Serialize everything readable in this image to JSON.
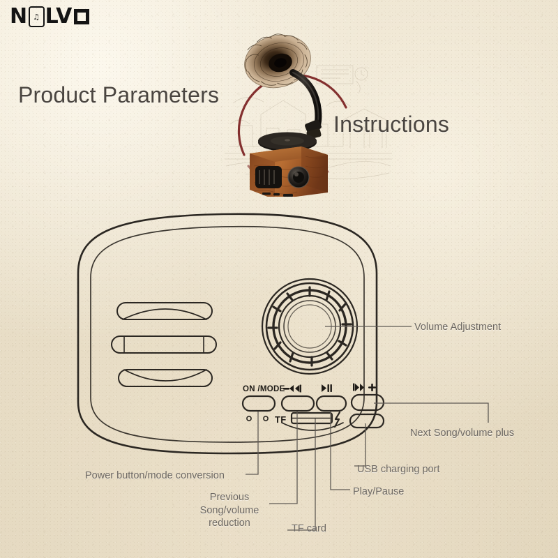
{
  "brand": {
    "name_part1": "N",
    "name_part2": "LV",
    "mark_icon": "speaker-music-icon",
    "note_glyph": "♫",
    "square_icon": "square-outline-icon"
  },
  "headings": {
    "left": "Product Parameters",
    "right": "Instructions"
  },
  "hero": {
    "product_icon": "gramophone-speaker-photo",
    "arc_color": "#7a1f1f"
  },
  "diagram": {
    "name": "speaker-front-panel-line-drawing",
    "outline_color": "#2b2722",
    "grille_icon": "speaker-grille-icon",
    "knob_icon": "volume-knob-icon",
    "buttons": [
      {
        "name": "power-mode-button",
        "label": "ON/MODE",
        "icon": "power-button-icon"
      },
      {
        "name": "previous-button",
        "label": "− |◀◀",
        "icon": "previous-track-icon"
      },
      {
        "name": "play-pause-button",
        "label": "▶||",
        "icon": "play-pause-icon"
      },
      {
        "name": "next-button",
        "label": "▶▶| +",
        "icon": "next-track-icon"
      }
    ],
    "tf_label": "TF",
    "charge_icon": "lightning-bolt-icon",
    "led_icon": "led-indicator-icon"
  },
  "callouts": {
    "volume": "Volume Adjustment",
    "next_song": "Next Song/volume plus",
    "usb": "USB charging port",
    "play_pause": "Play/Pause",
    "power": "Power button/mode conversion",
    "previous_line1": "Previous",
    "previous_line2": "Song/volume",
    "previous_line3": "reduction",
    "tf_card": "TF card"
  },
  "colors": {
    "background": "#e8decb",
    "heading_text": "#4a4540",
    "callout_text": "#6d6862",
    "line": "#2b2722",
    "logo": "#141414"
  }
}
